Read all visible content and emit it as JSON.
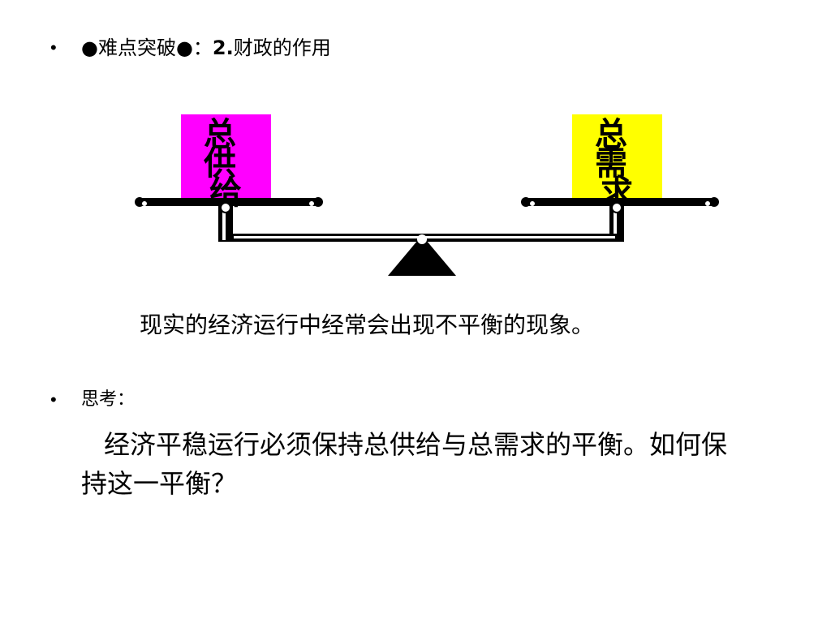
{
  "heading": {
    "bullet": "•",
    "marker_left": "●",
    "title": "难点突破",
    "marker_right": "●：",
    "number": "2.",
    "topic": "财政的作用"
  },
  "scale": {
    "left_box_label": "总供给",
    "left_box_color": "#ff00ff",
    "right_box_label": "总需求",
    "right_box_color": "#ffff00"
  },
  "statement": "现实的经济运行中经常会出现不平衡的现象。",
  "thinking": {
    "bullet": "•",
    "label": "思考：",
    "question": "经济平稳运行必须保持总供给与总需求的平衡。如何保持这一平衡？"
  }
}
